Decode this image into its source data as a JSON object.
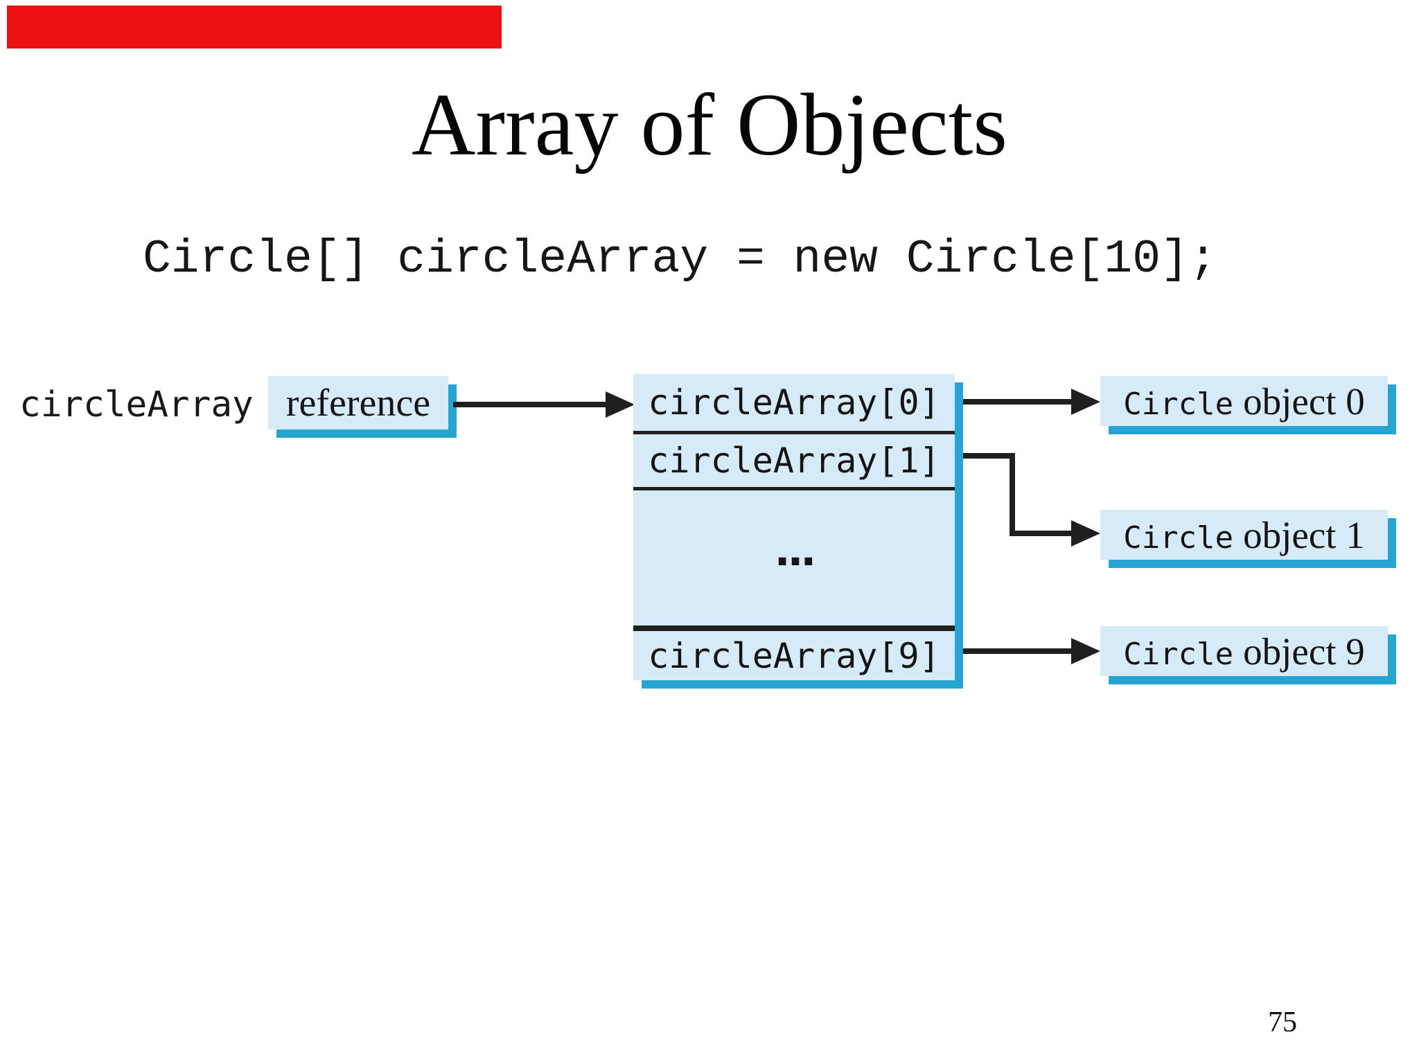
{
  "slide": {
    "title": "Array of Objects",
    "code_statement": "Circle[] circleArray = new Circle[10];",
    "page_number": "75"
  },
  "diagram": {
    "variable_label": "circleArray",
    "reference_label": "reference",
    "array_cells": {
      "cell_0": "circleArray[0]",
      "cell_1": "circleArray[1]",
      "ellipsis": "...",
      "cell_9": "circleArray[9]"
    },
    "objects": [
      {
        "class_name": "Circle",
        "label": "object 0"
      },
      {
        "class_name": "Circle",
        "label": "object 1"
      },
      {
        "class_name": "Circle",
        "label": "object 9"
      }
    ],
    "colors": {
      "box_fill": "#d6ebf7",
      "box_shadow": "#26a5d3",
      "line": "#1f1f1f",
      "accent_bar": "#ee1111"
    }
  }
}
